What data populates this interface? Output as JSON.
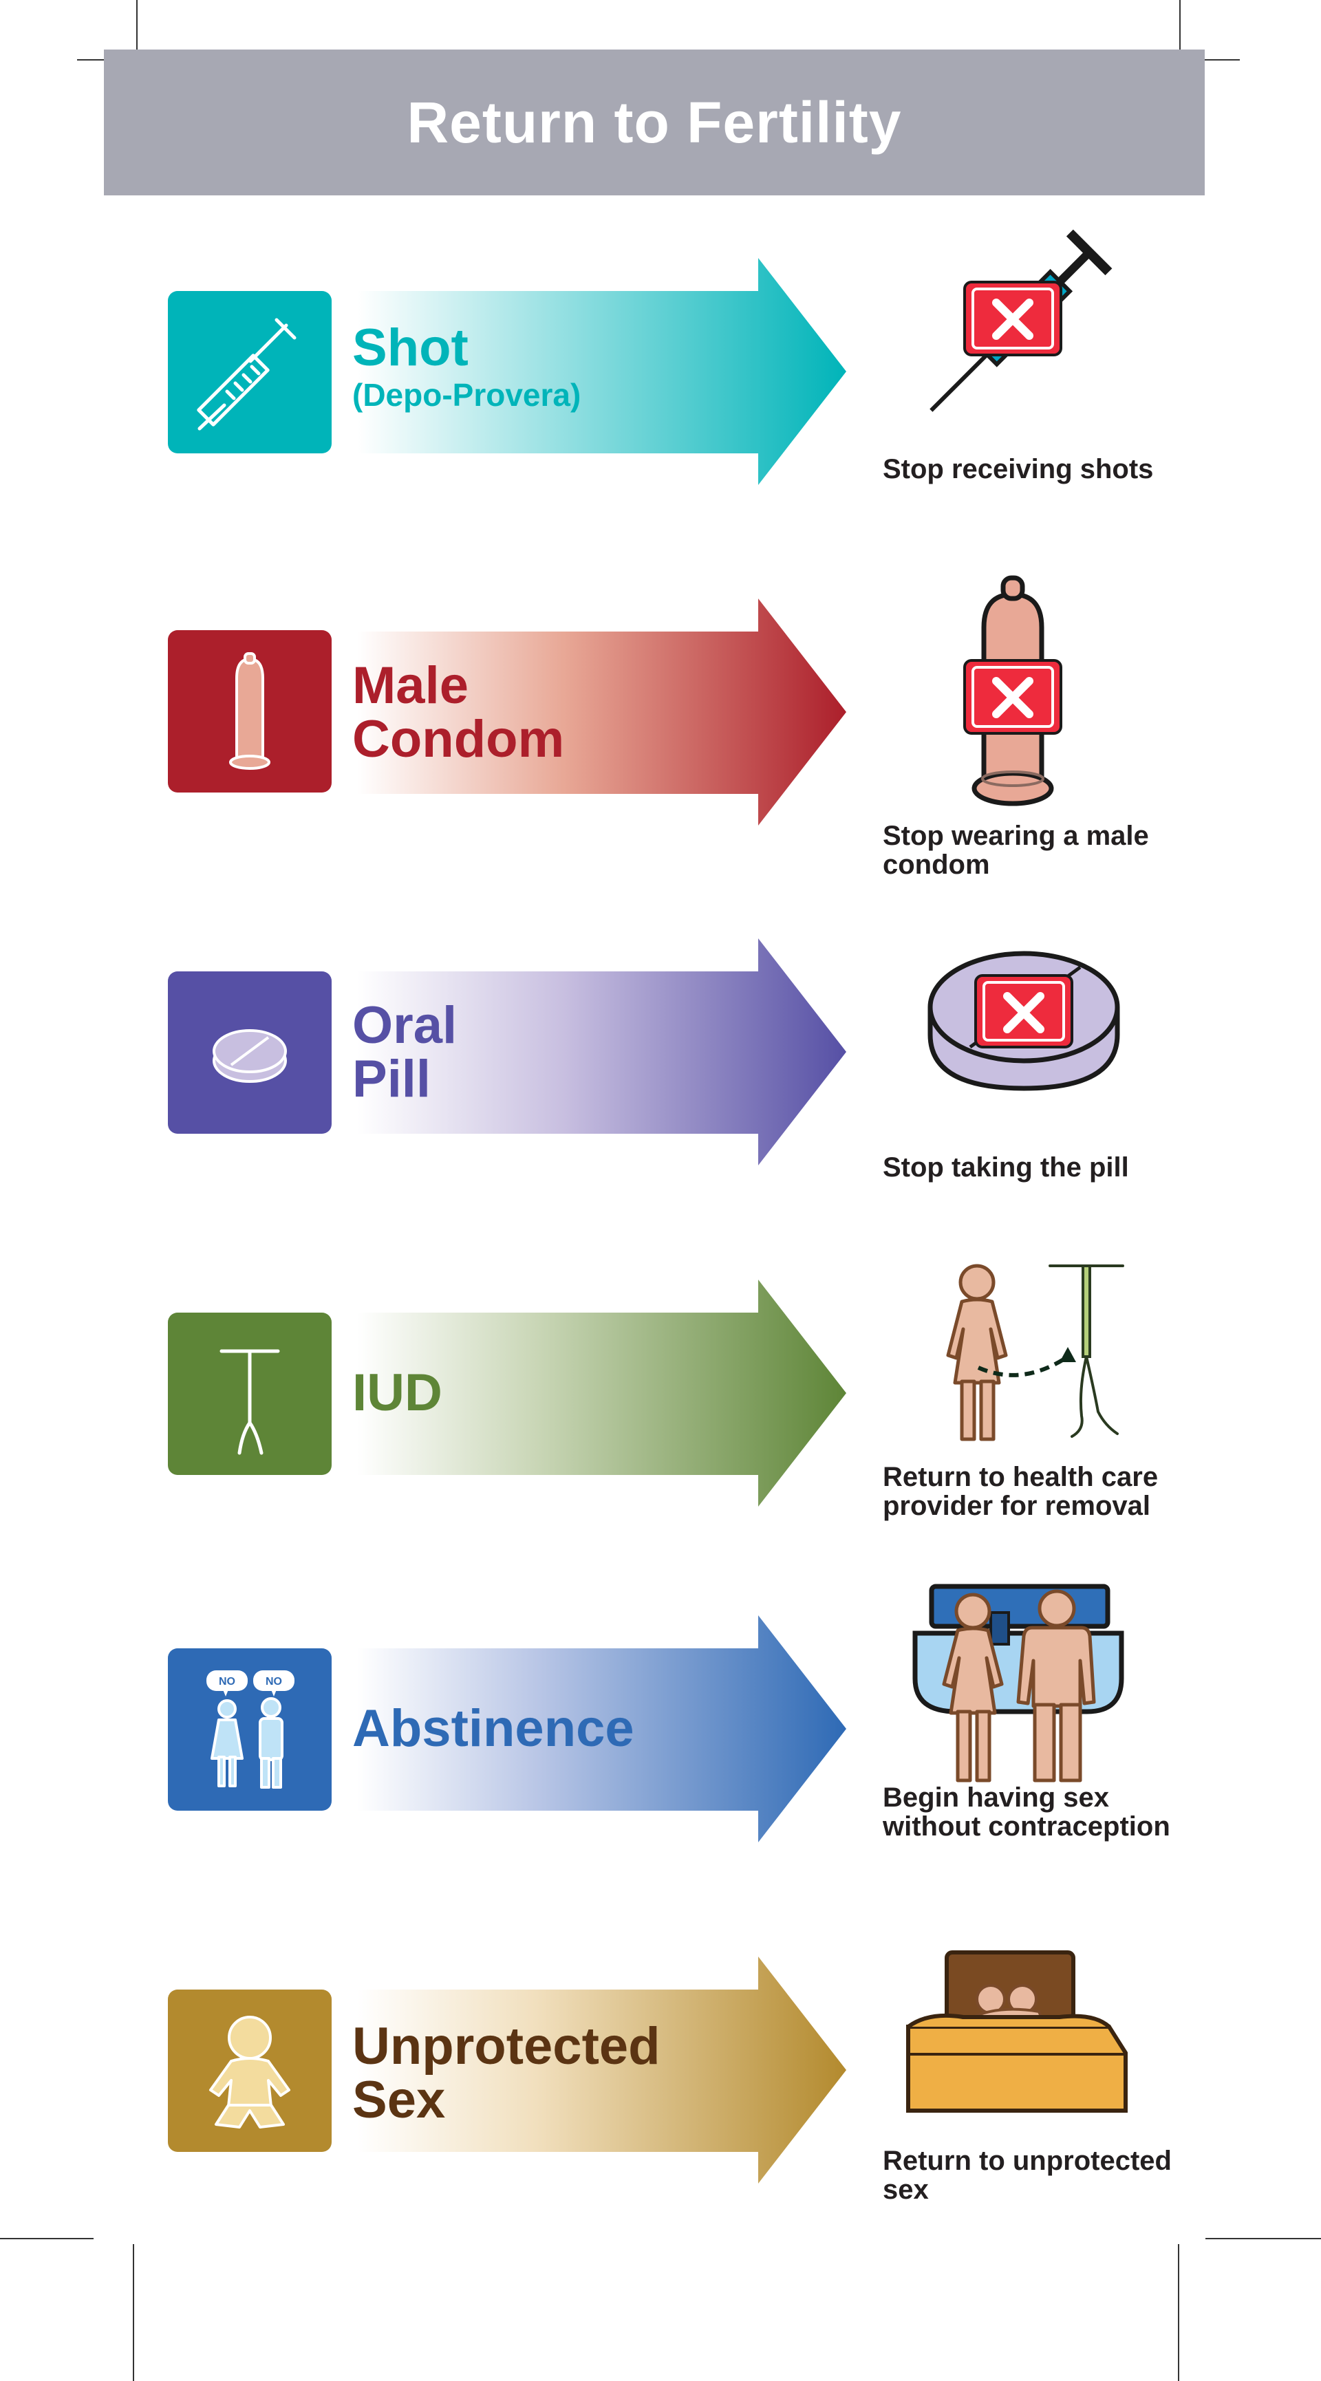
{
  "title": "Return to Fertility",
  "colors": {
    "banner": "#a7a8b3",
    "shot": "#00b4b9",
    "condom": "#ac1f2b",
    "pill": "#5650a5",
    "iud": "#5e8537",
    "abstinence": "#2e6ab5",
    "unprotected": "#b38a2e",
    "unprotected_text": "#5b3413"
  },
  "rows": [
    {
      "id": "shot",
      "name": "Shot",
      "subname": "(Depo-Provera)",
      "caption": "Stop receiving shots",
      "icon": "syringe-icon"
    },
    {
      "id": "condom",
      "name": "Male\nCondom",
      "subname": "",
      "caption": "Stop wearing a male\ncondom",
      "icon": "condom-icon"
    },
    {
      "id": "pill",
      "name": "Oral\nPill",
      "subname": "",
      "caption": "Stop taking the pill",
      "icon": "pill-icon"
    },
    {
      "id": "iud",
      "name": "IUD",
      "subname": "",
      "caption": "Return to health care\nprovider for removal",
      "icon": "iud-icon"
    },
    {
      "id": "abstinence",
      "name": "Abstinence",
      "subname": "",
      "caption": "Begin having sex\nwithout contraception",
      "icon": "couple-no-icon",
      "speech": [
        "NO",
        "NO"
      ]
    },
    {
      "id": "unprotected",
      "name": "Unprotected\nSex",
      "subname": "",
      "caption": "Return to unprotected\nsex",
      "icon": "baby-icon"
    }
  ]
}
